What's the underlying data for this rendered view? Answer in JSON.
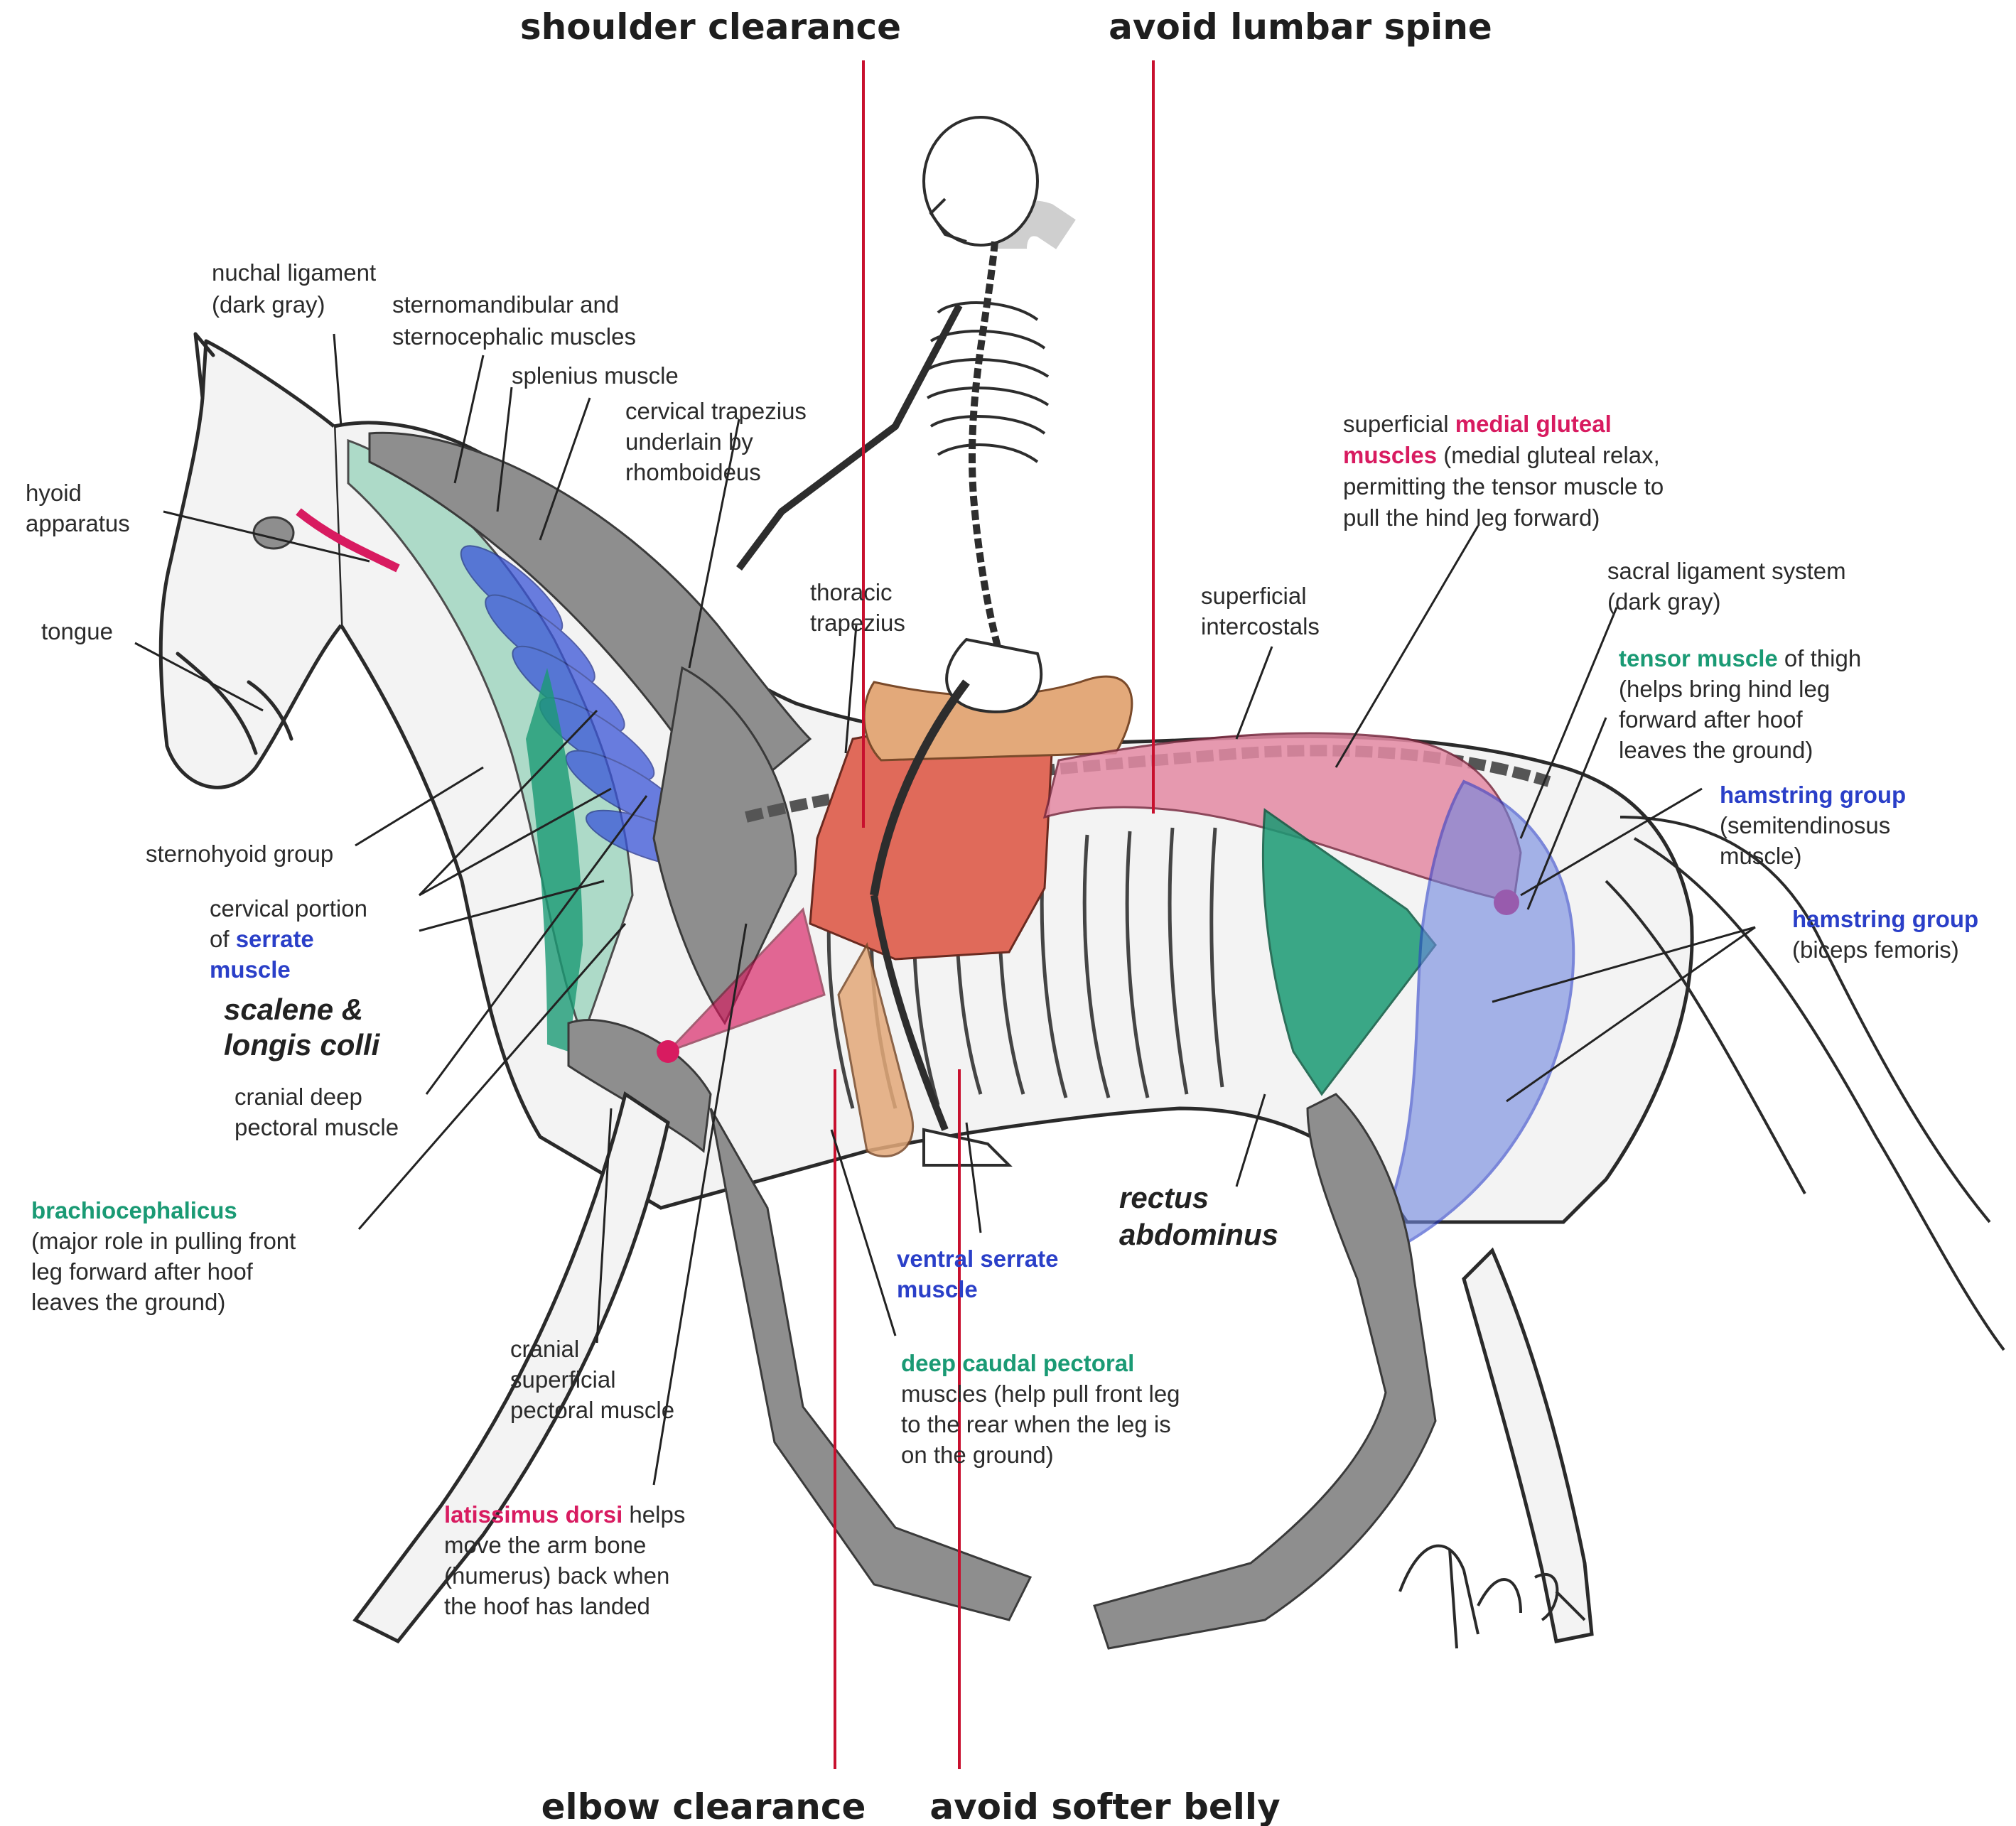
{
  "colors": {
    "pink": "#d81b60",
    "green": "#1a9a74",
    "blue": "#2a3fc8",
    "guide_line": "#c8102e",
    "muscle_gray": "#8e8e8e",
    "saddle_red": "#e06a5a",
    "saddle_tan": "#e3a97a"
  },
  "guides": {
    "shoulder": "shoulder clearance",
    "lumbar": "avoid lumbar spine",
    "elbow": "elbow clearance",
    "belly": "avoid softer belly"
  },
  "labels": {
    "nuchal_1": "nuchal ligament",
    "nuchal_2": "(dark gray)",
    "sterno_mand_1": "sternomandibular and",
    "sterno_mand_2": "sternocephalic muscles",
    "splenius": "splenius muscle",
    "cerv_trap_1": "cervical trapezius",
    "cerv_trap_2": "underlain by",
    "cerv_trap_3": "rhomboideus",
    "hyoid_1": "hyoid",
    "hyoid_2": "apparatus",
    "tongue": "tongue",
    "thoracic_trap_1": "thoracic",
    "thoracic_trap_2": "trapezius",
    "superficial_intercostals_1": "superficial",
    "superficial_intercostals_2": "intercostals",
    "gluteal_1a": "superficial ",
    "gluteal_1b": "medial gluteal",
    "gluteal_2a": "muscles",
    "gluteal_2b": " (medial gluteal relax,",
    "gluteal_3": "permitting the tensor muscle to",
    "gluteal_4": "pull the hind leg forward)",
    "sacral_1": "sacral  ligament system",
    "sacral_2": "(dark gray)",
    "tensor_1a": "tensor muscle",
    "tensor_1b": " of thigh",
    "tensor_2": "(helps bring hind leg",
    "tensor_3": "forward after hoof",
    "tensor_4": "leaves the ground)",
    "hamstring_semi_1": "hamstring group",
    "hamstring_semi_2": "(semitendinosus",
    "hamstring_semi_3": "muscle)",
    "hamstring_biceps_1": "hamstring group",
    "hamstring_biceps_2": "(biceps femoris)",
    "sternohyoid": "sternohyoid group",
    "serrate_cerv_1": "cervical portion",
    "serrate_cerv_2a": "of ",
    "serrate_cerv_2b": "serrate",
    "serrate_cerv_3": "muscle",
    "scalene_1": "scalene &",
    "scalene_2": "longis colli",
    "cranial_deep_1": "cranial deep",
    "cranial_deep_2": "pectoral muscle",
    "brachio_1": "brachiocephalicus",
    "brachio_2": "(major role in pulling front",
    "brachio_3": "leg forward after hoof",
    "brachio_4": "leaves the ground)",
    "rectus_1": "rectus",
    "rectus_2": "abdominus",
    "ventral_serrate_1": "ventral serrate",
    "ventral_serrate_2": "muscle",
    "cranial_sup_1": "cranial",
    "cranial_sup_2": "superficial",
    "cranial_sup_3": "pectoral muscle",
    "deep_caudal_1": "deep caudal pectoral",
    "deep_caudal_2": "muscles (help pull front leg",
    "deep_caudal_3": "to the rear when the leg is",
    "deep_caudal_4": "on the ground)",
    "latissimus_1a": "latissimus dorsi",
    "latissimus_1b": " helps",
    "latissimus_2": "move the arm bone",
    "latissimus_3": "(humerus) back when",
    "latissimus_4": "the hoof has landed"
  },
  "signature": "MN'94"
}
